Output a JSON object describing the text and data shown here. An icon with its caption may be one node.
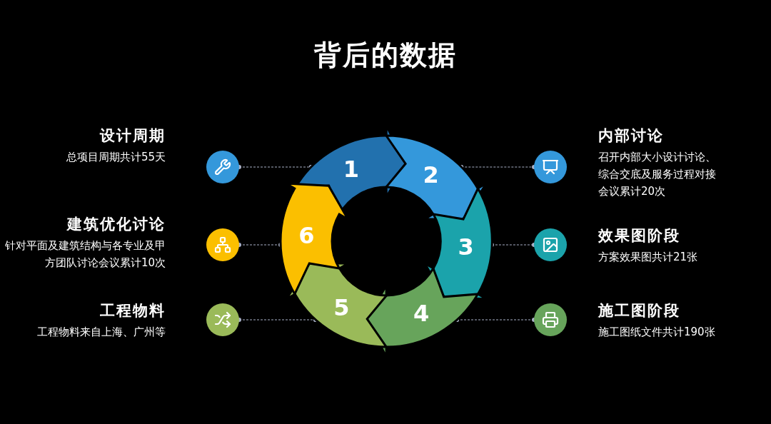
{
  "diagram": {
    "title": "背后的数据",
    "nodes": [
      {
        "text": [
          "设计周期",
          "总项目周期共计55天"
        ]
      },
      {
        "text": [
          "建筑优化讨论",
          "针对平面及建筑结构与各专业及甲方团队讨论会议累计10次"
        ]
      },
      {
        "text": [
          "工程物料",
          "工程物料来自上海、广州等"
        ]
      },
      {
        "text": [],
        "shape": "circle"
      },
      {
        "text": [],
        "shape": "circle"
      },
      {
        "text": [],
        "shape": "circle"
      },
      {
        "text": [
          "1"
        ]
      },
      {
        "text": [
          "2"
        ]
      },
      {
        "text": [
          "3"
        ]
      },
      {
        "text": [
          "4"
        ]
      },
      {
        "text": [
          "5"
        ]
      },
      {
        "text": [
          "6"
        ]
      },
      {
        "text": [],
        "shape": "circle"
      },
      {
        "text": [],
        "shape": "circle"
      },
      {
        "text": [],
        "shape": "circle"
      },
      {
        "text": [
          "内部讨论",
          "召开内部大小设计讨论、综合交底及服务过程对接会议累计20次"
        ]
      },
      {
        "text": [
          "效果图阶段",
          "方案效果图共计21张"
        ]
      },
      {
        "text": [
          "施工图阶段",
          "施工图纸文件共计190张"
        ]
      }
    ],
    "edges": [
      {
        "from": 3,
        "to": 6,
        "arrow": "other",
        "style": "dashed"
      },
      {
        "from": 4,
        "to": 11,
        "arrow": "other",
        "style": "dashed"
      },
      {
        "from": 5,
        "to": 10,
        "arrow": "other",
        "style": "dashed"
      },
      {
        "from": 12,
        "to": 7,
        "arrow": "other",
        "style": "dashed"
      },
      {
        "from": 13,
        "to": 8,
        "arrow": "other",
        "style": "dashed"
      },
      {
        "from": 14,
        "to": 9,
        "arrow": "other",
        "style": "dashed"
      }
    ]
  }
}
